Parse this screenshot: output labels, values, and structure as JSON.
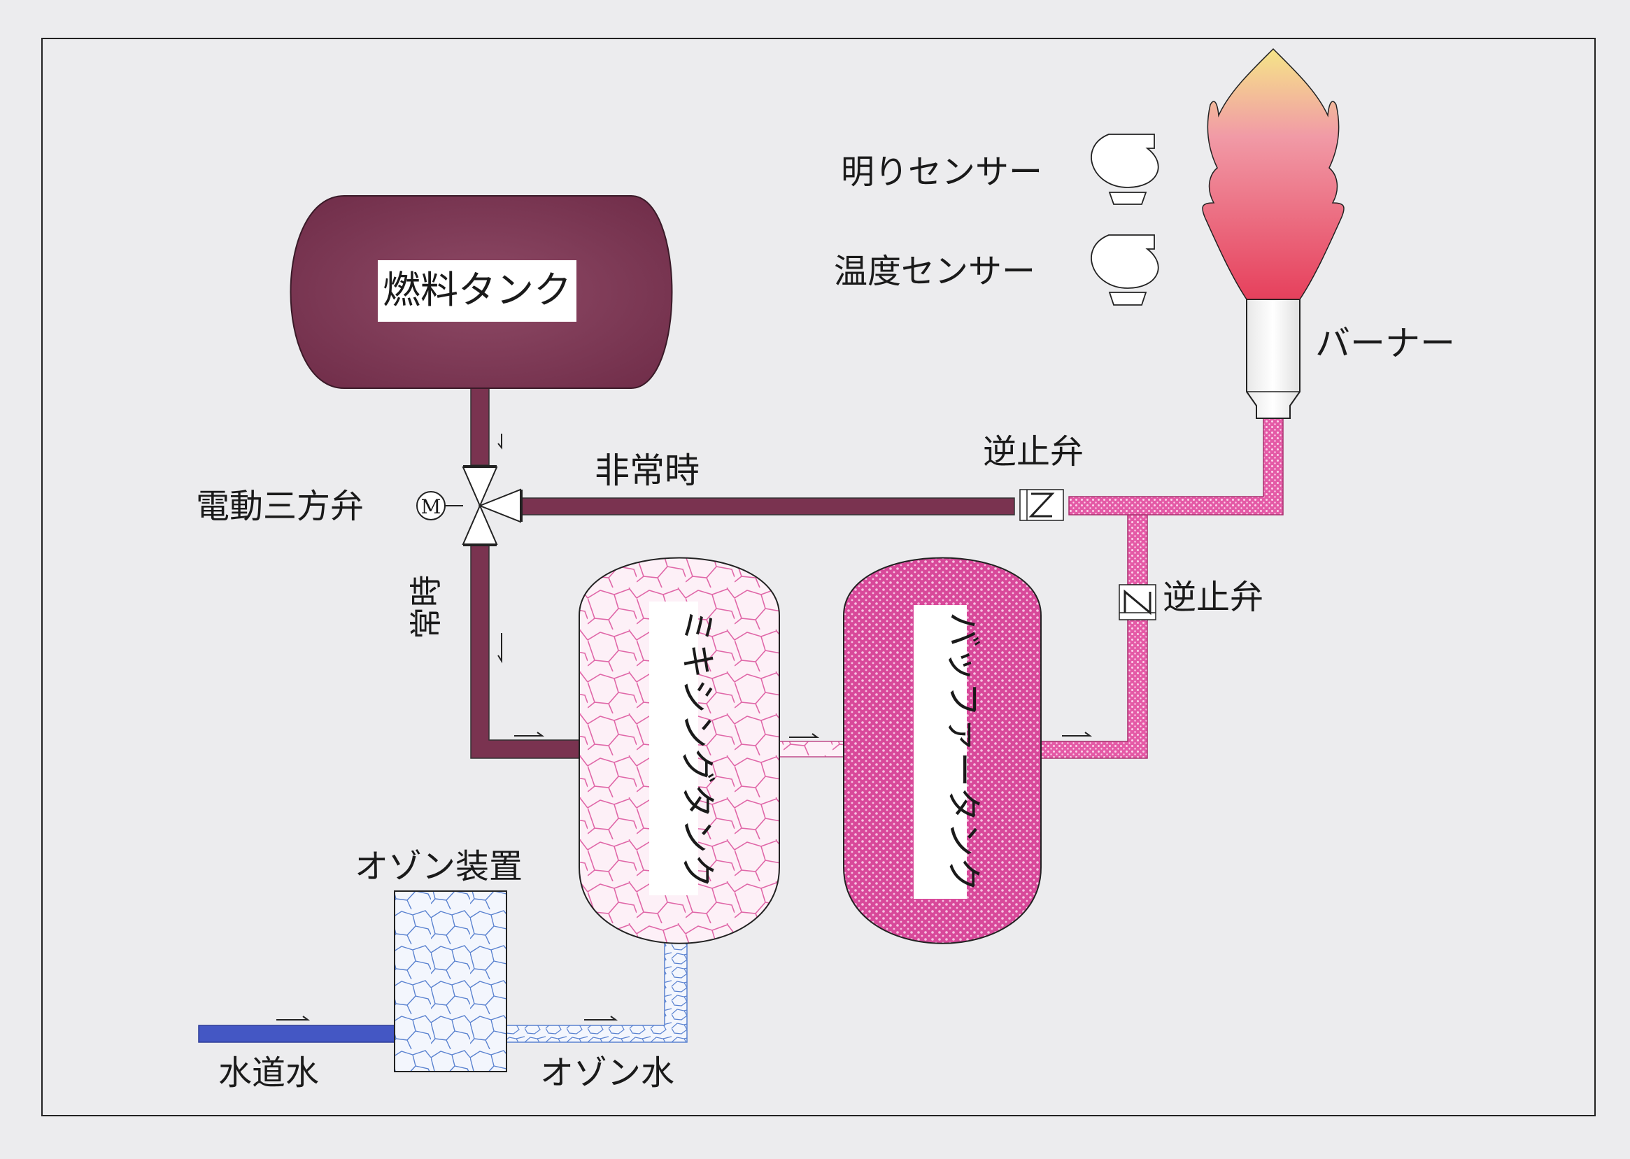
{
  "diagram": {
    "colors": {
      "background": "#ececee",
      "fuel": "#7a3350",
      "mixing_line": "#e0559a",
      "mixing_fill": "#fbe6f2",
      "buffer_fill": "#d8499a",
      "ozone_line": "#5b7fcf",
      "tap_water": "#4457c4",
      "flame_top": "#f3e07a",
      "flame_bottom": "#e8405e"
    },
    "labels": {
      "fuel_tank": "燃料タンク",
      "motor_valve": "電動三方弁",
      "motor_symbol": "M",
      "emergency": "非常時",
      "normal": "常時",
      "check_valve_1": "逆止弁",
      "check_valve_2": "逆止弁",
      "mixing_tank": "ミキシングタンク",
      "buffer_tank": "バッファータンク",
      "ozone_device": "オゾン装置",
      "tap_water": "水道水",
      "ozone_water": "オゾン水",
      "light_sensor": "明りセンサー",
      "temp_sensor": "温度センサー",
      "burner": "バーナー"
    }
  }
}
